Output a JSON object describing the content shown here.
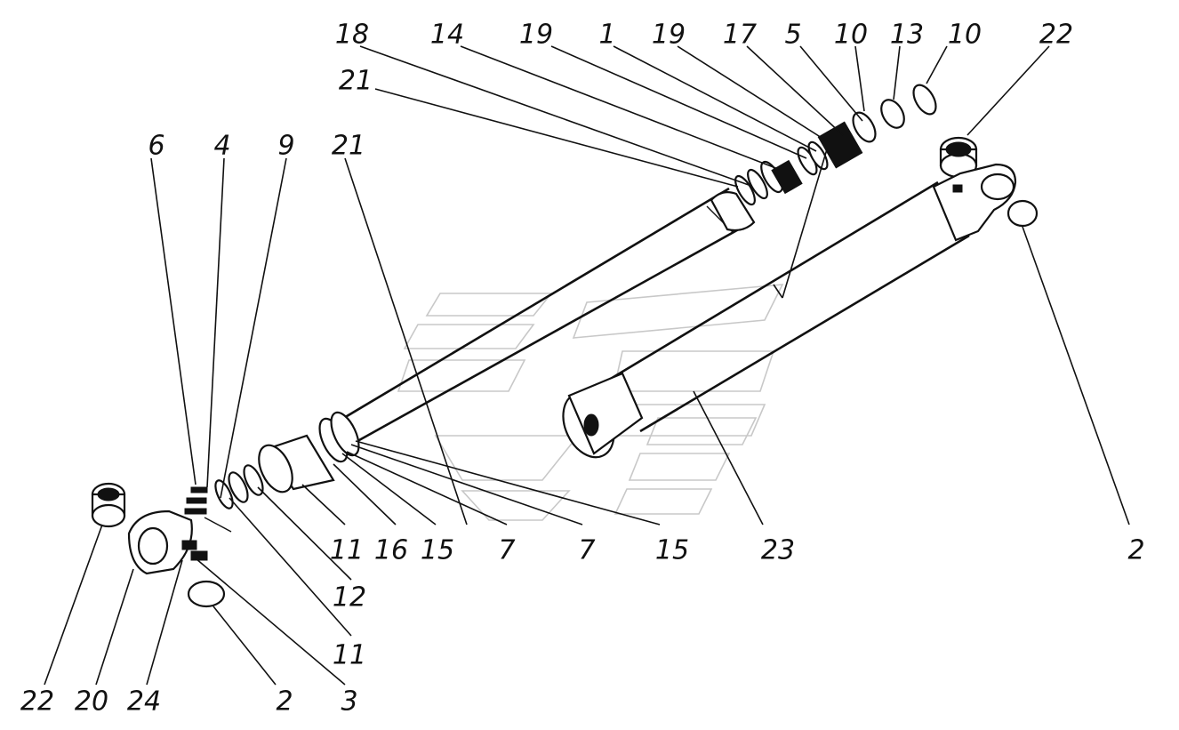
{
  "diagram": {
    "labels": {
      "n18": "18",
      "n14": "14",
      "n19a": "19",
      "n1": "1",
      "n19b": "19",
      "n17": "17",
      "n5": "5",
      "n10a": "10",
      "n13": "13",
      "n10b": "10",
      "n22top": "22",
      "n21a": "21",
      "n6": "6",
      "n4": "4",
      "n9": "9",
      "n21b": "21",
      "n11a": "11",
      "n16": "16",
      "n15a": "15",
      "n7a": "7",
      "n7b": "7",
      "n15b": "15",
      "n23": "23",
      "n2right": "2",
      "n12": "12",
      "n11b": "11",
      "n22bottom": "22",
      "n20": "20",
      "n24": "24",
      "n2bottom": "2",
      "n3": "3"
    }
  }
}
